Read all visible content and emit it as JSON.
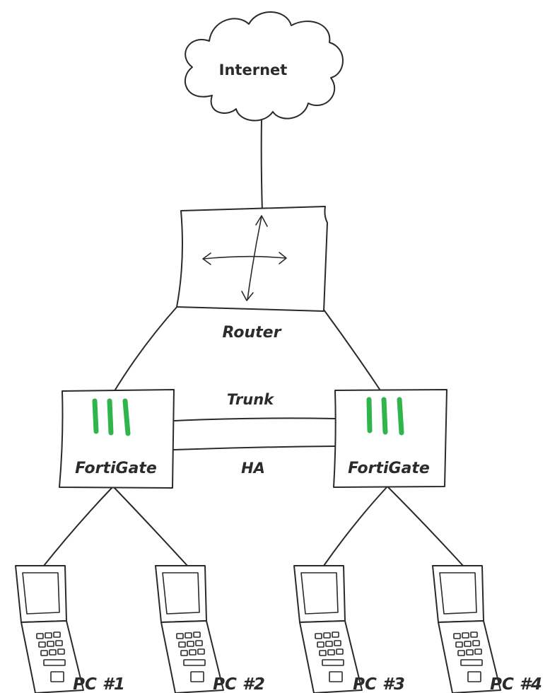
{
  "labels": {
    "internet": "Internet",
    "router": "Router",
    "trunk": "Trunk",
    "ha": "HA",
    "fortigate_left": "FortiGate",
    "fortigate_right": "FortiGate",
    "pc1": "PC #1",
    "pc2": "PC #2",
    "pc3": "PC #3",
    "pc4": "PC #4"
  },
  "colors": {
    "line": "#2a2a2a",
    "fortigate_bars": "#2fb54a",
    "background": "#ffffff"
  },
  "icons": {
    "cloud": "cloud-icon",
    "router": "router-icon",
    "firewall": "fortigate-icon",
    "laptop": "laptop-icon"
  }
}
